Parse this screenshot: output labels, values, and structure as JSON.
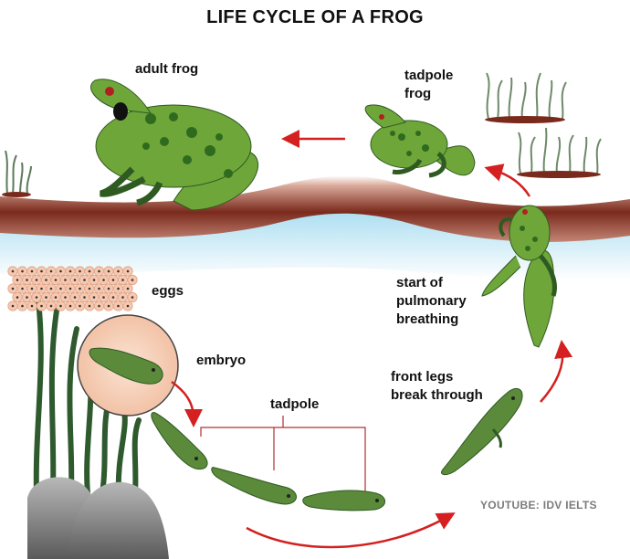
{
  "diagram": {
    "title": "LIFE CYCLE OF A FROG",
    "stages": {
      "adult_frog": "adult frog",
      "tadpole_frog_line1": "tadpole",
      "tadpole_frog_line2": "frog",
      "eggs": "eggs",
      "embryo": "embryo",
      "tadpole": "tadpole",
      "front_legs_line1": "front legs",
      "front_legs_line2": "break through",
      "pulmonary_line1": "start of",
      "pulmonary_line2": "pulmonary",
      "pulmonary_line3": "breathing"
    },
    "credit": "YOUTUBE: IDV IELTS",
    "colors": {
      "frog_green": "#6fa63a",
      "spot_green": "#2f6b1e",
      "arrow_red": "#d42020",
      "soil_brown": "#7a2a1c",
      "water_blue": "#bfe6f5",
      "egg_peach": "#f6c8b0"
    }
  }
}
